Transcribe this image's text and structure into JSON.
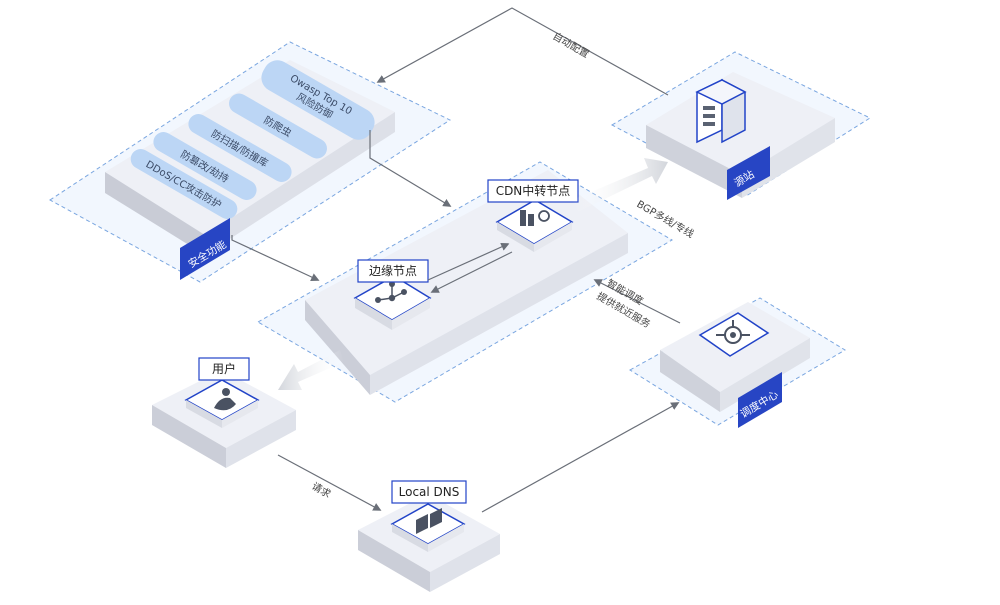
{
  "nodes": {
    "cdn_relay": "CDN中转节点",
    "edge": "边缘节点",
    "user": "用户",
    "local_dns": "Local DNS",
    "origin": "源站",
    "scheduler": "调度中心",
    "security": "安全功能"
  },
  "security_features": [
    "Owasp Top 10\n风险防御",
    "防爬虫",
    "防扫描/防撞库",
    "防篡改/劫持",
    "DDoS/CC攻击防护"
  ],
  "edges": {
    "auto_config": "自动配置",
    "bgp": "BGP多线/专线",
    "smart_schedule_1": "智能调度",
    "smart_schedule_2": "提供就近服务",
    "request": "请求"
  },
  "colors": {
    "accent_blue": "#2244c8",
    "frame_blue": "#7aa6e0",
    "pill_blue": "#bcd6f5",
    "tag_fill": "#2745c4",
    "arrow_gray": "#6a6f78"
  }
}
